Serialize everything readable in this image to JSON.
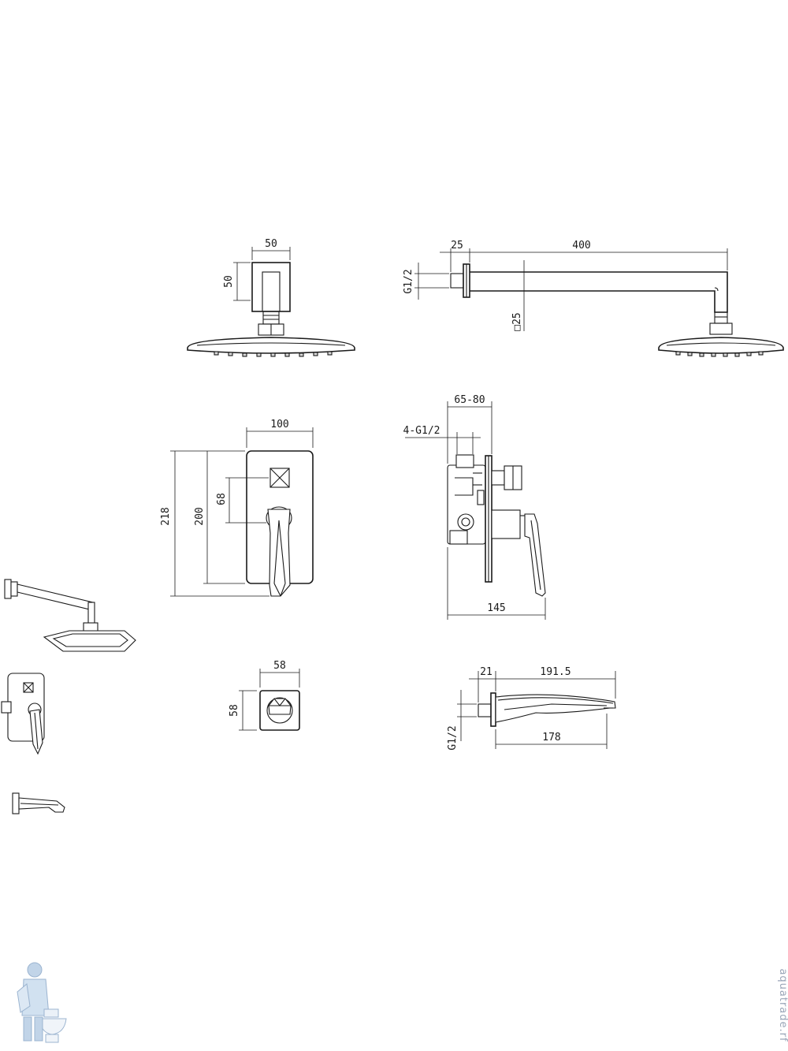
{
  "views": {
    "shower_head_front": {
      "width": "50",
      "height": "50"
    },
    "shower_arm_side": {
      "thread": "G1/2",
      "flange": "25",
      "arm_length": "400",
      "arm_section": "□25"
    },
    "mixer_front": {
      "width": "100",
      "overall_height": "218",
      "plate_height": "200",
      "diverter_offset": "68"
    },
    "mixer_side": {
      "depth": "65-80",
      "inlets": "4-G1/2",
      "overall_depth": "145"
    },
    "diverter_knob": {
      "width": "58",
      "height": "58"
    },
    "spout_side": {
      "flange": "21",
      "length": "191.5",
      "projection": "178",
      "thread": "G1/2"
    }
  },
  "watermark": {
    "text": "aquatrade.rf"
  }
}
